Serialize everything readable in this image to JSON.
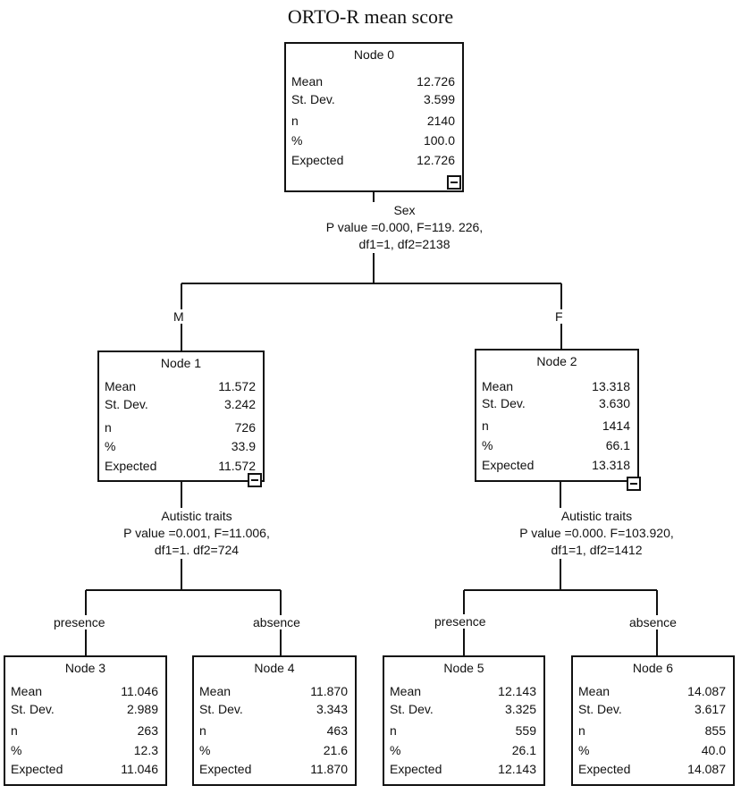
{
  "title": "ORTO-R mean score",
  "row_labels": {
    "mean": "Mean",
    "sd": "St. Dev.",
    "n": "n",
    "pct": "%",
    "expected": "Expected"
  },
  "nodes": [
    {
      "name": "Node 0",
      "mean": "12.726",
      "sd": "3.599",
      "n": "2140",
      "pct": "100.0",
      "expected": "12.726"
    },
    {
      "name": "Node 1",
      "mean": "11.572",
      "sd": "3.242",
      "n": "726",
      "pct": "33.9",
      "expected": "11.572"
    },
    {
      "name": "Node 2",
      "mean": "13.318",
      "sd": "3.630",
      "n": "1414",
      "pct": "66.1",
      "expected": "13.318"
    },
    {
      "name": "Node 3",
      "mean": "11.046",
      "sd": "2.989",
      "n": "263",
      "pct": "12.3",
      "expected": "11.046"
    },
    {
      "name": "Node 4",
      "mean": "11.870",
      "sd": "3.343",
      "n": "463",
      "pct": "21.6",
      "expected": "11.870"
    },
    {
      "name": "Node 5",
      "mean": "12.143",
      "sd": "3.325",
      "n": "559",
      "pct": "26.1",
      "expected": "12.143"
    },
    {
      "name": "Node 6",
      "mean": "14.087",
      "sd": "3.617",
      "n": "855",
      "pct": "40.0",
      "expected": "14.087"
    }
  ],
  "splits": [
    {
      "variable": "Sex",
      "stats": "P value =0.000, F=119. 226,",
      "df": "df1=1, df2=2138"
    },
    {
      "variable": "Autistic traits",
      "stats": "P value =0.001, F=11.006,",
      "df": "df1=1. df2=724"
    },
    {
      "variable": "Autistic traits",
      "stats": "P value =0.000. F=103.920,",
      "df": "df1=1, df2=1412"
    }
  ],
  "branches": [
    "M",
    "F",
    "presence",
    "absence",
    "presence",
    "absence"
  ]
}
